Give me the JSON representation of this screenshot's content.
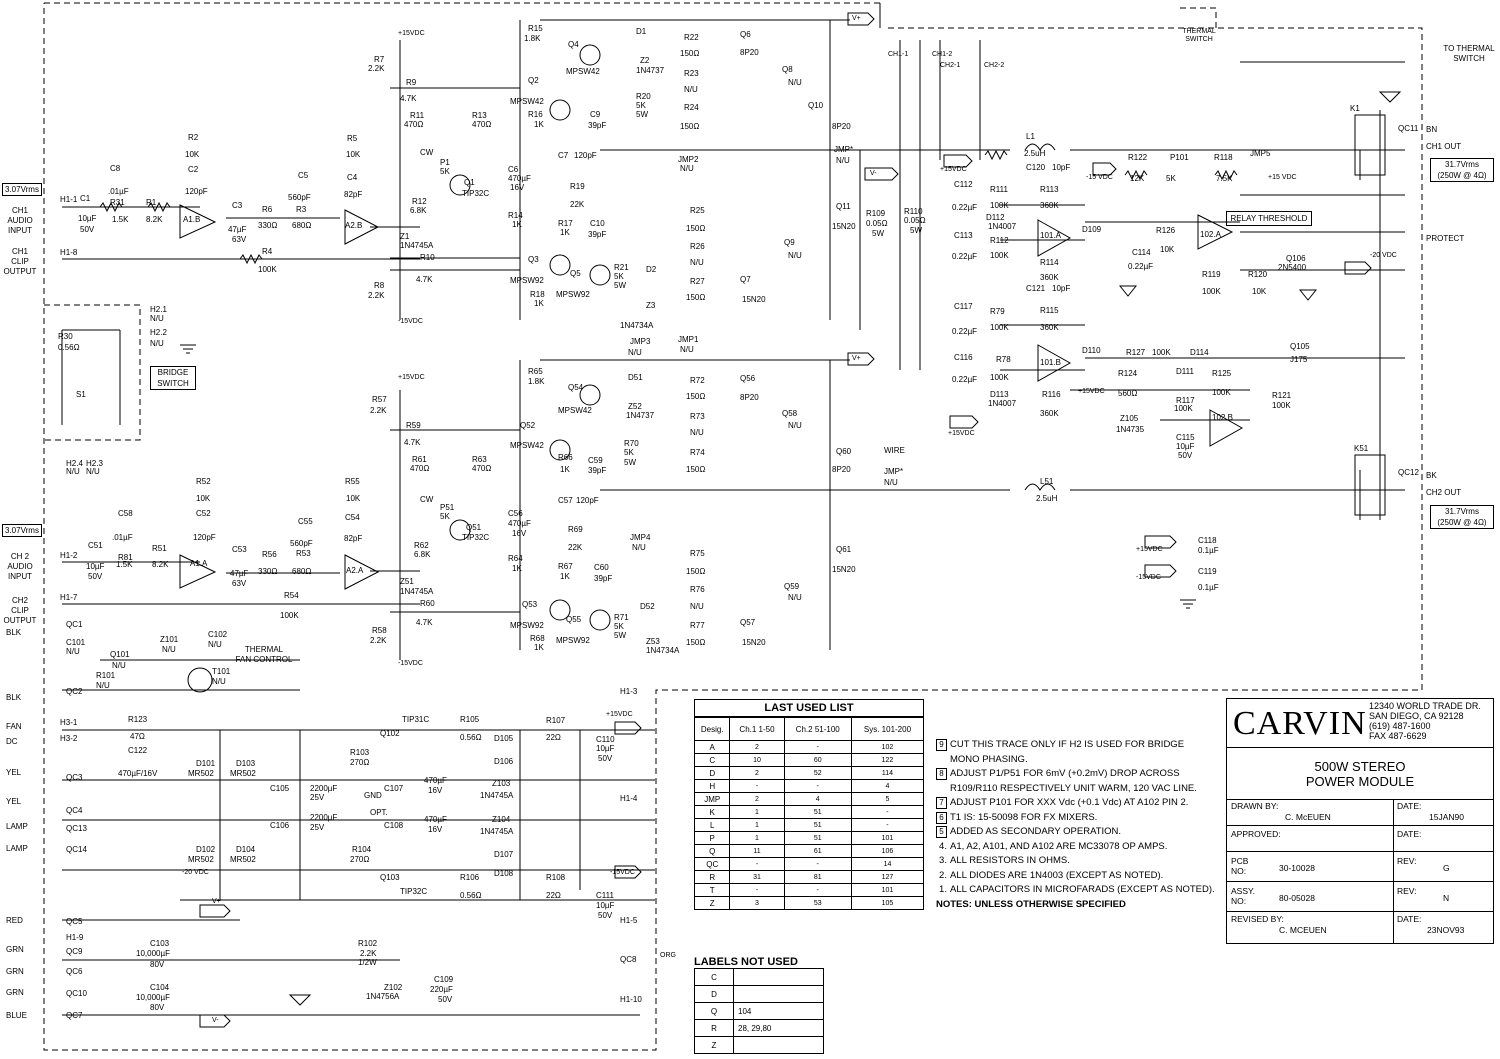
{
  "ch1": {
    "level": "3.07Vrms",
    "audio_input": [
      "CH1",
      "AUDIO",
      "INPUT"
    ],
    "clip_output": [
      "CH1",
      "CLIP",
      "OUTPUT"
    ],
    "out_label": "CH1 OUT",
    "power": [
      "31.7Vrms",
      "(250W @ 4Ω)"
    ],
    "bn": "BN"
  },
  "ch2": {
    "level": "3.07Vrms",
    "audio_input": [
      "CH 2",
      "AUDIO",
      "INPUT"
    ],
    "clip_output": [
      "CH2",
      "CLIP",
      "OUTPUT"
    ],
    "out_label": "CH2 OUT",
    "power": [
      "31.7Vrms",
      "(250W @ 4Ω)"
    ],
    "bk": "BK"
  },
  "labels": {
    "thermal_switch": [
      "THERMAL",
      "SWITCH"
    ],
    "to_thermal_switch": [
      "TO THERMAL",
      "SWITCH"
    ],
    "bridge_switch": [
      "BRIDGE",
      "SWITCH"
    ],
    "thermal_fan_control": [
      "THERMAL",
      "FAN CONTROL"
    ],
    "relay_threshold": "RELAY THRESHOLD",
    "protect": "PROTECT",
    "wire": "WIRE",
    "opt": "OPT.",
    "gnd": "GND",
    "vplus": "V+",
    "vminus": "V-",
    "p15vdc": "+15VDC",
    "m15vdc": "-15VDC",
    "m15vdc_sp": "-15 VDC",
    "p15vdc_sp": "+15 VDC",
    "m20vdc": "-20 VDC",
    "orange": "ORG",
    "ch_taps": [
      "CH1-1",
      "CH1-2",
      "CH2-1",
      "CH2-2"
    ]
  },
  "left_pins": [
    "BLK",
    "BLK",
    "FAN",
    "DC",
    "YEL",
    "YEL",
    "LAMP",
    "LAMP",
    "RED",
    "GRN",
    "GRN",
    "GRN",
    "BLUE"
  ],
  "left_conn": [
    "QC1",
    "QC2",
    "H3-1",
    "H3-2",
    "QC3",
    "QC4",
    "QC13",
    "QC14",
    "QC5",
    "H1-9",
    "QC9",
    "QC6",
    "QC10",
    "QC7"
  ],
  "components": [
    {
      "ref": "R7",
      "val": "2.2K"
    },
    {
      "ref": "R9",
      "val": "4.7K"
    },
    {
      "ref": "R11",
      "val": "470Ω"
    },
    {
      "ref": "R13",
      "val": "470Ω"
    },
    {
      "ref": "R2",
      "val": "10K"
    },
    {
      "ref": "C2",
      "val": "120pF"
    },
    {
      "ref": "C8",
      "val": ".01µF"
    },
    {
      "ref": "R31",
      "val": "1.5K"
    },
    {
      "ref": "C1",
      "val": "10µF 50V"
    },
    {
      "ref": "R1",
      "val": "8.2K"
    },
    {
      "ref": "C3",
      "val": "47µF 63V"
    },
    {
      "ref": "R6",
      "val": "330Ω"
    },
    {
      "ref": "C5",
      "val": "560pF"
    },
    {
      "ref": "R3",
      "val": "680Ω"
    },
    {
      "ref": "R5",
      "val": "10K"
    },
    {
      "ref": "C4",
      "val": "82pF"
    },
    {
      "ref": "R4",
      "val": "100K"
    },
    {
      "ref": "P1",
      "val": "5K"
    },
    {
      "ref": "R12",
      "val": "6.8K"
    },
    {
      "ref": "Q1",
      "val": "TIP32C"
    },
    {
      "ref": "Z1",
      "val": "1N4745A"
    },
    {
      "ref": "R10",
      "val": "4.7K"
    },
    {
      "ref": "R8",
      "val": "2.2K"
    },
    {
      "ref": "R15",
      "val": "1.8K"
    },
    {
      "ref": "Q4",
      "val": ""
    },
    {
      "ref": "Q2",
      "val": "MPSW42"
    },
    {
      "ref": "D1",
      "val": ""
    },
    {
      "ref": "Z2",
      "val": "1N4737"
    },
    {
      "ref": "R20",
      "val": "5K 5W"
    },
    {
      "ref": "R16",
      "val": "1K"
    },
    {
      "ref": "C9",
      "val": "39pF"
    },
    {
      "ref": "C7",
      "val": "120pF"
    },
    {
      "ref": "C6",
      "val": "470µF 16V"
    },
    {
      "ref": "R19",
      "val": "22K"
    },
    {
      "ref": "R14",
      "val": "1K"
    },
    {
      "ref": "R17",
      "val": "1K"
    },
    {
      "ref": "C10",
      "val": "39pF"
    },
    {
      "ref": "Q3",
      "val": "MPSW92"
    },
    {
      "ref": "Q5",
      "val": "MPSW92"
    },
    {
      "ref": "R21",
      "val": "5K 5W"
    },
    {
      "ref": "D2",
      "val": ""
    },
    {
      "ref": "Z3",
      "val": "1N4734A"
    },
    {
      "ref": "R18",
      "val": "1K"
    },
    {
      "ref": "R22",
      "val": "150Ω"
    },
    {
      "ref": "Q6",
      "val": "8P20"
    },
    {
      "ref": "R23",
      "val": "N/U"
    },
    {
      "ref": "Q8",
      "val": "N/U"
    },
    {
      "ref": "R24",
      "val": "150Ω"
    },
    {
      "ref": "Q10",
      "val": "8P20"
    },
    {
      "ref": "JMP2",
      "val": "N/U"
    },
    {
      "ref": "R25",
      "val": "150Ω"
    },
    {
      "ref": "Q11",
      "val": "15N20"
    },
    {
      "ref": "R26",
      "val": "N/U"
    },
    {
      "ref": "Q9",
      "val": "N/U"
    },
    {
      "ref": "R27",
      "val": "150Ω"
    },
    {
      "ref": "Q7",
      "val": "15N20"
    },
    {
      "ref": "R109",
      "val": "0.05Ω 5W"
    },
    {
      "ref": "R110",
      "val": "0.05Ω 5W"
    },
    {
      "ref": "L1",
      "val": "2.5uH"
    },
    {
      "ref": "L51",
      "val": "2.5uH"
    },
    {
      "ref": "C112",
      "val": "0.22µF"
    },
    {
      "ref": "R111",
      "val": "100K"
    },
    {
      "ref": "D112",
      "val": "1N4007"
    },
    {
      "ref": "C113",
      "val": "0.22µF"
    },
    {
      "ref": "R112",
      "val": "100K"
    },
    {
      "ref": "C120",
      "val": "10pF"
    },
    {
      "ref": "R113",
      "val": "360K"
    },
    {
      "ref": "R114",
      "val": "360K"
    },
    {
      "ref": "D109",
      "val": ""
    },
    {
      "ref": "C114",
      "val": "0.22µF"
    },
    {
      "ref": "R122",
      "val": "12K"
    },
    {
      "ref": "P101",
      "val": "5K"
    },
    {
      "ref": "R118",
      "val": "7.5K"
    },
    {
      "ref": "JMP5",
      "val": ""
    },
    {
      "ref": "R126",
      "val": "10K"
    },
    {
      "ref": "R119",
      "val": "100K"
    },
    {
      "ref": "R120",
      "val": "10K"
    },
    {
      "ref": "Q106",
      "val": "2N5400"
    },
    {
      "ref": "K1",
      "val": ""
    },
    {
      "ref": "QC11",
      "val": ""
    },
    {
      "ref": "C117",
      "val": "0.22µF"
    },
    {
      "ref": "R79",
      "val": "100K"
    },
    {
      "ref": "C121",
      "val": "10pF"
    },
    {
      "ref": "R115",
      "val": "360K"
    },
    {
      "ref": "C116",
      "val": "0.22µF"
    },
    {
      "ref": "R78",
      "val": "100K"
    },
    {
      "ref": "D113",
      "val": "1N4007"
    },
    {
      "ref": "R116",
      "val": "360K"
    },
    {
      "ref": "D110",
      "val": ""
    },
    {
      "ref": "R127",
      "val": "100K"
    },
    {
      "ref": "D114",
      "val": ""
    },
    {
      "ref": "Q105",
      "val": "J175"
    },
    {
      "ref": "R124",
      "val": "560Ω"
    },
    {
      "ref": "D111",
      "val": ""
    },
    {
      "ref": "R125",
      "val": "100K"
    },
    {
      "ref": "R117",
      "val": "100K"
    },
    {
      "ref": "R121",
      "val": "100K"
    },
    {
      "ref": "Z105",
      "val": "1N4735"
    },
    {
      "ref": "C115",
      "val": "10µF 50V"
    },
    {
      "ref": "K51",
      "val": ""
    },
    {
      "ref": "QC12",
      "val": ""
    },
    {
      "ref": "C118",
      "val": "0.1µF"
    },
    {
      "ref": "C119",
      "val": "0.1µF"
    },
    {
      "ref": "R123",
      "val": "47Ω"
    },
    {
      "ref": "C122",
      "val": "470µF/16V"
    },
    {
      "ref": "D101",
      "val": "MR502"
    },
    {
      "ref": "D103",
      "val": "MR502"
    },
    {
      "ref": "D102",
      "val": "MR502"
    },
    {
      "ref": "D104",
      "val": "MR502"
    },
    {
      "ref": "C105",
      "val": "2200µF 25V"
    },
    {
      "ref": "C106",
      "val": "2200µF 25V"
    },
    {
      "ref": "R103",
      "val": "270Ω"
    },
    {
      "ref": "R104",
      "val": "270Ω"
    },
    {
      "ref": "C107",
      "val": "470µF 16V"
    },
    {
      "ref": "C108",
      "val": "470µF 16V"
    },
    {
      "ref": "Q102",
      "val": "TIP31C"
    },
    {
      "ref": "Q103",
      "val": "TIP32C"
    },
    {
      "ref": "R105",
      "val": "0.56Ω"
    },
    {
      "ref": "R106",
      "val": "0.56Ω"
    },
    {
      "ref": "D105",
      "val": ""
    },
    {
      "ref": "D106",
      "val": ""
    },
    {
      "ref": "Z103",
      "val": "1N4745A"
    },
    {
      "ref": "Z104",
      "val": "1N4745A"
    },
    {
      "ref": "D107",
      "val": ""
    },
    {
      "ref": "D108",
      "val": ""
    },
    {
      "ref": "R107",
      "val": "22Ω"
    },
    {
      "ref": "R108",
      "val": "22Ω"
    },
    {
      "ref": "C110",
      "val": "10µF 50V"
    },
    {
      "ref": "C111",
      "val": "10µF 50V"
    },
    {
      "ref": "C103",
      "val": "10,000µF 80V"
    },
    {
      "ref": "C104",
      "val": "10,000µF 80V"
    },
    {
      "ref": "R102",
      "val": "2.2K 1/2W"
    },
    {
      "ref": "Z102",
      "val": "1N4756A"
    },
    {
      "ref": "C109",
      "val": "220µF 50V"
    },
    {
      "ref": "R30",
      "val": "0.56Ω"
    },
    {
      "ref": "S1",
      "val": ""
    },
    {
      "ref": "C101",
      "val": "N/U"
    },
    {
      "ref": "Q101",
      "val": "N/U"
    },
    {
      "ref": "Z101",
      "val": "N/U"
    },
    {
      "ref": "C102",
      "val": "N/U"
    },
    {
      "ref": "R101",
      "val": "N/U"
    },
    {
      "ref": "T101",
      "val": "N/U"
    }
  ],
  "last_used_list": {
    "title": "LAST USED LIST",
    "headers": [
      "Desig.",
      "Ch.1  1-50",
      "Ch.2  51-100",
      "Sys. 101-200"
    ],
    "rows": [
      [
        "A",
        "2",
        "-",
        "102"
      ],
      [
        "C",
        "10",
        "60",
        "122"
      ],
      [
        "D",
        "2",
        "52",
        "114"
      ],
      [
        "H",
        "-",
        "-",
        "4"
      ],
      [
        "JMP",
        "2",
        "4",
        "5"
      ],
      [
        "K",
        "1",
        "51",
        "-"
      ],
      [
        "L",
        "1",
        "51",
        "-"
      ],
      [
        "P",
        "1",
        "51",
        "101"
      ],
      [
        "Q",
        "11",
        "61",
        "106"
      ],
      [
        "QC",
        "-",
        "-",
        "14"
      ],
      [
        "R",
        "31",
        "81",
        "127"
      ],
      [
        "T",
        "-",
        "-",
        "101"
      ],
      [
        "Z",
        "3",
        "53",
        "105"
      ]
    ]
  },
  "labels_not_used": {
    "title": "LABELS NOT USED",
    "rows": [
      [
        "C",
        ""
      ],
      [
        "D",
        ""
      ],
      [
        "Q",
        "104"
      ],
      [
        "R",
        "28, 29,80"
      ],
      [
        "Z",
        ""
      ]
    ]
  },
  "notes": [
    {
      "mark": "9",
      "text": "CUT THIS TRACE ONLY IF H2 IS USED FOR BRIDGE"
    },
    {
      "mark": "",
      "text": "MONO PHASING."
    },
    {
      "mark": "8",
      "text": "ADJUST P1/P51 FOR 6mV (+0.2mV) DROP ACROSS"
    },
    {
      "mark": "",
      "text": "R109/R110 RESPECTIVELY UNIT WARM, 120 VAC LINE."
    },
    {
      "mark": "7",
      "text": "ADJUST P101 FOR XXX Vdc (+0.1 Vdc) AT A102 PIN 2."
    },
    {
      "mark": "6",
      "text": "T1 IS:  15-50098 FOR FX MIXERS."
    },
    {
      "mark": "5",
      "text": "ADDED AS SECONDARY OPERATION."
    },
    {
      "mark": "4.",
      "text": "A1, A2, A101, AND A102 ARE MC33078 OP AMPS."
    },
    {
      "mark": "3.",
      "text": "ALL RESISTORS IN OHMS."
    },
    {
      "mark": "2.",
      "text": "ALL DIODES ARE 1N4003 (EXCEPT AS NOTED)."
    },
    {
      "mark": "1.",
      "text": "ALL CAPACITORS IN MICROFARADS (EXCEPT AS NOTED)."
    }
  ],
  "notes_header": "NOTES:  UNLESS OTHERWISE SPECIFIED",
  "title_block": {
    "company": "CARVIN",
    "address": [
      "12340 WORLD TRADE DR.",
      "SAN DIEGO, CA  92128",
      "(619)  487-1600",
      "FAX 487-6629"
    ],
    "title": [
      "500W STEREO",
      "POWER MODULE"
    ],
    "drawn_by_label": "DRAWN BY:",
    "drawn_by": "C. McEUEN",
    "date_label": "DATE:",
    "drawn_date": "15JAN90",
    "approved_label": "APPROVED:",
    "pcb_label": "PCB NO:",
    "pcb_no": "30-10028",
    "rev_label": "REV:",
    "pcb_rev": "G",
    "assy_label": "ASSY. NO:",
    "assy_no": "80-05028",
    "assy_rev": "N",
    "revised_by_label": "REVISED BY:",
    "revised_by": "C. MCEUEN",
    "revised_date": "23NOV93"
  }
}
